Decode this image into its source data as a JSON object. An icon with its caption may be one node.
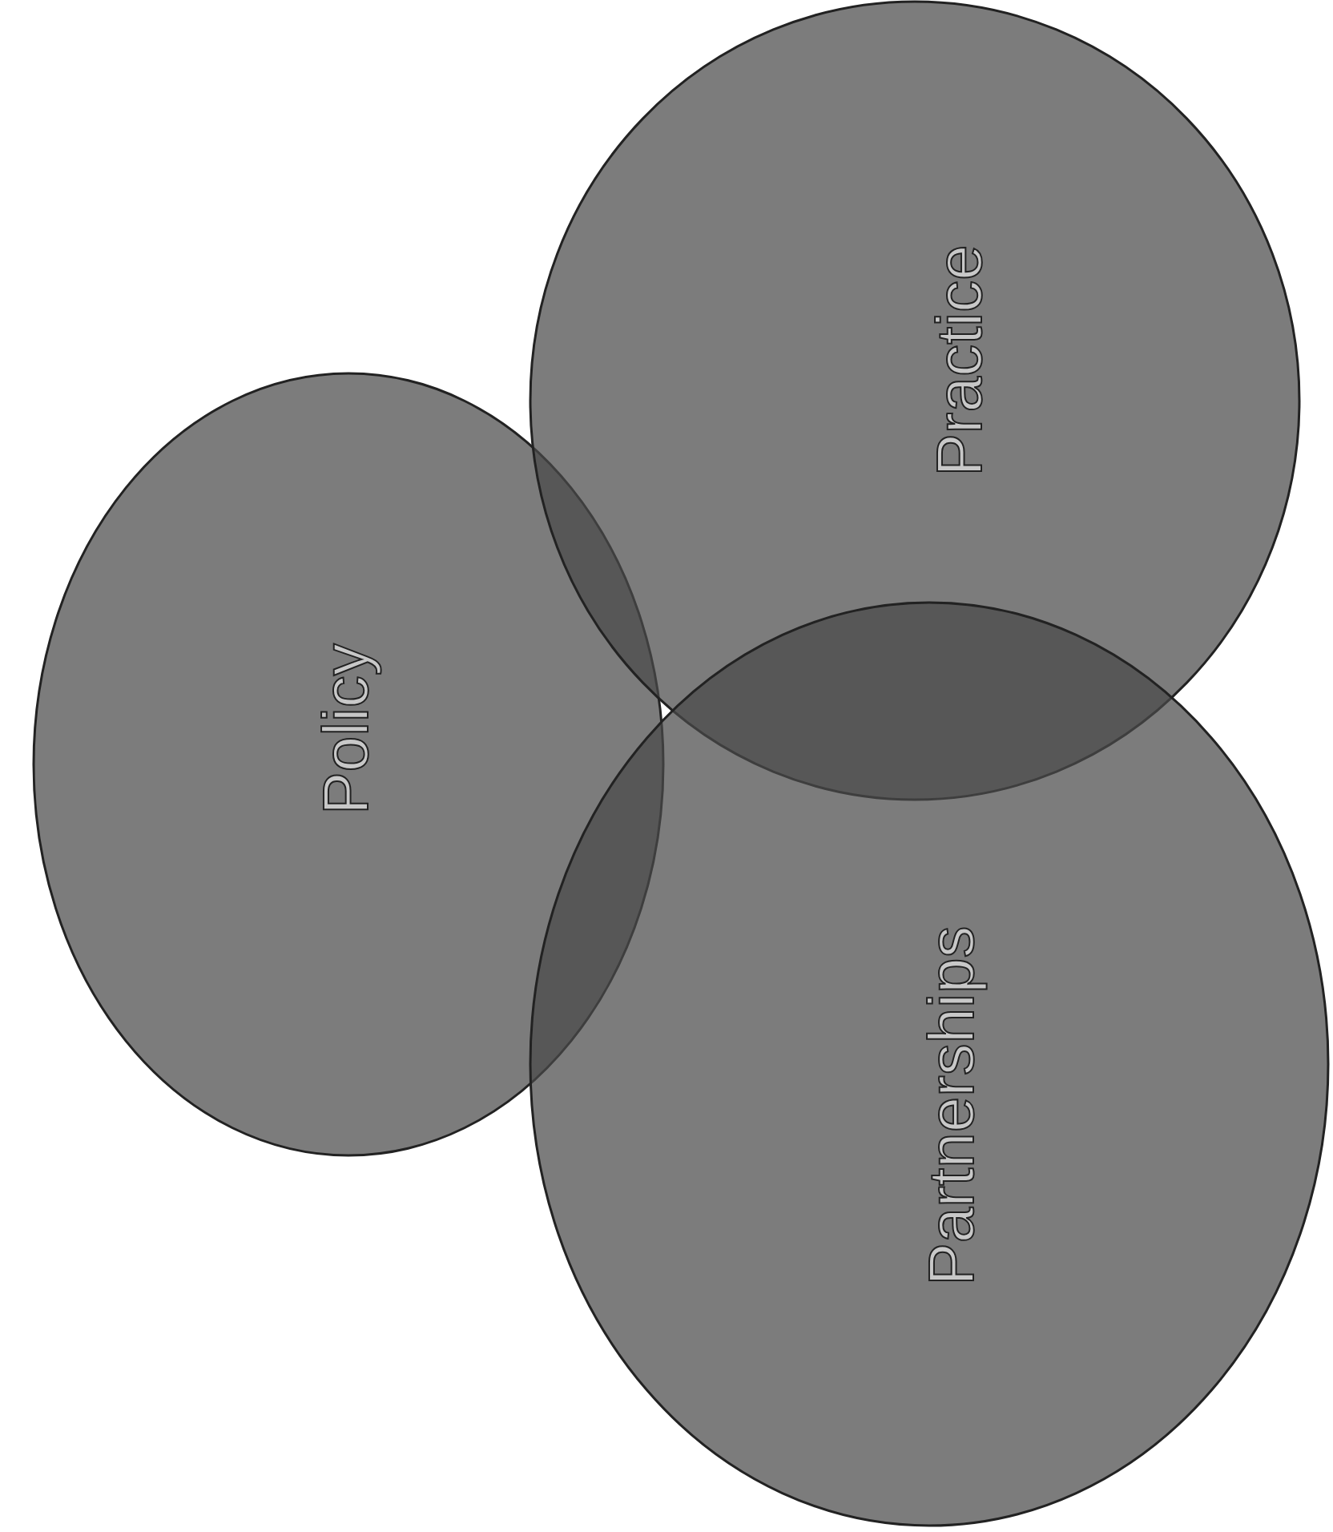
{
  "diagram": {
    "nodes": [
      {
        "text": [
          "Policy"
        ]
      },
      {
        "text": [
          "Practice"
        ]
      },
      {
        "text": [
          "Partnerships"
        ]
      }
    ]
  }
}
